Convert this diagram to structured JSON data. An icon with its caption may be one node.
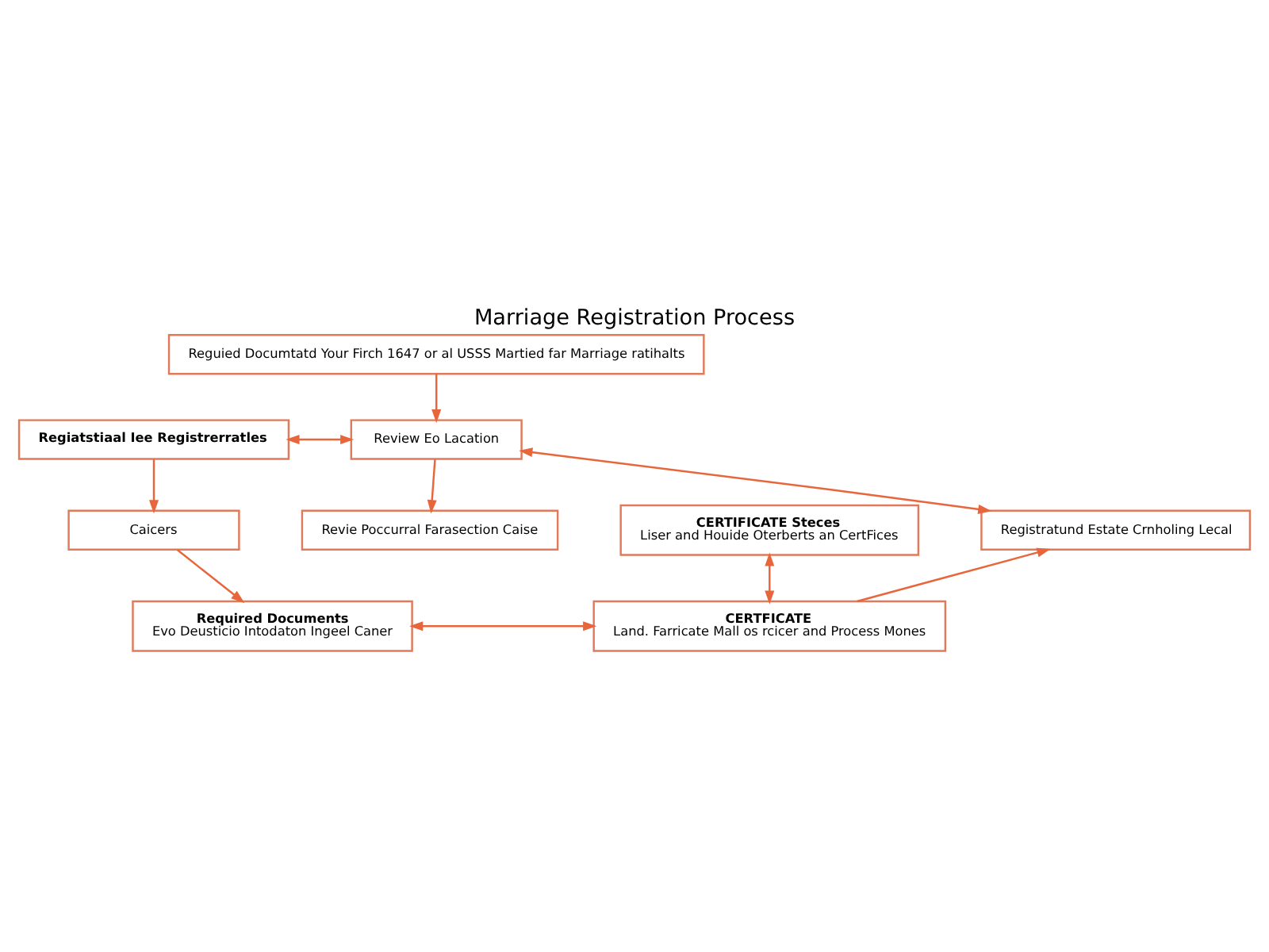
{
  "diagram": {
    "title": "Marriage Registration Process",
    "nodes": [
      {
        "text": [
          "Reguied Documtatd Your Firch 1647 or al USSS Martied far Marriage ratihalts"
        ]
      },
      {
        "text": [
          "Regiatstiaal Iee Registrerratles"
        ]
      },
      {
        "text": [
          "Review Eo Lacation"
        ]
      },
      {
        "text": [
          "Caicers"
        ]
      },
      {
        "text": [
          "Revie Poccurral Farasection Caise"
        ]
      },
      {
        "text": [
          "Registratund Estate Crnholing Lecal"
        ]
      },
      {
        "text": [
          "Required Documents",
          "Evo Deusticio Intodaton Ingeel Caner"
        ]
      },
      {
        "text": [
          "CERTFICATE",
          "Land. Farricate Mall os rcicer and Process Mones"
        ]
      },
      {
        "text": [
          "CERTIFICATE Steces",
          "Liser and Houide Oterberts an CertFices"
        ]
      }
    ],
    "edges": [
      {
        "from": 0,
        "to": 2,
        "arrow": "to"
      },
      {
        "from": 1,
        "to": 2,
        "arrow": "both"
      },
      {
        "from": 1,
        "to": 3,
        "arrow": "to"
      },
      {
        "from": 2,
        "to": 4,
        "arrow": "to"
      },
      {
        "from": 2,
        "to": 5,
        "arrow": "both"
      },
      {
        "from": 3,
        "to": 6,
        "arrow": "to"
      },
      {
        "from": 6,
        "to": 7,
        "arrow": "both"
      },
      {
        "from": 7,
        "to": 5,
        "arrow": "to"
      },
      {
        "from": 8,
        "to": 7,
        "arrow": "both"
      }
    ]
  }
}
